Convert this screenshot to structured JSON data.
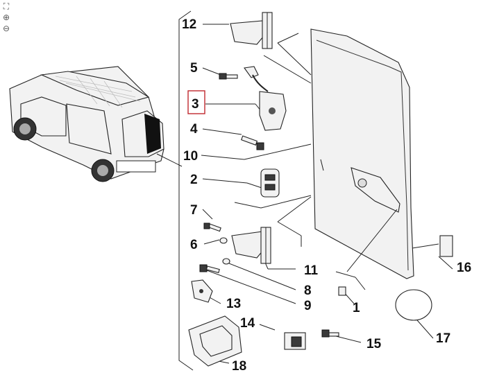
{
  "viewer_tools": [
    {
      "name": "fit-icon",
      "glyph": "⛶"
    },
    {
      "name": "zoom-in-icon",
      "glyph": "⊕"
    },
    {
      "name": "zoom-out-icon",
      "glyph": "⊖"
    }
  ],
  "callouts": {
    "c1": "1",
    "c2": "2",
    "c3": "3",
    "c4": "4",
    "c5": "5",
    "c6": "6",
    "c7": "7",
    "c8": "8",
    "c9": "9",
    "c10": "10",
    "c11": "11",
    "c12": "12",
    "c13": "13",
    "c14": "14",
    "c15": "15",
    "c16": "16",
    "c17": "17",
    "c18": "18"
  },
  "highlighted_callout": "3",
  "colors": {
    "highlight": "#c0282d",
    "line": "#222222",
    "background": "#ffffff"
  }
}
